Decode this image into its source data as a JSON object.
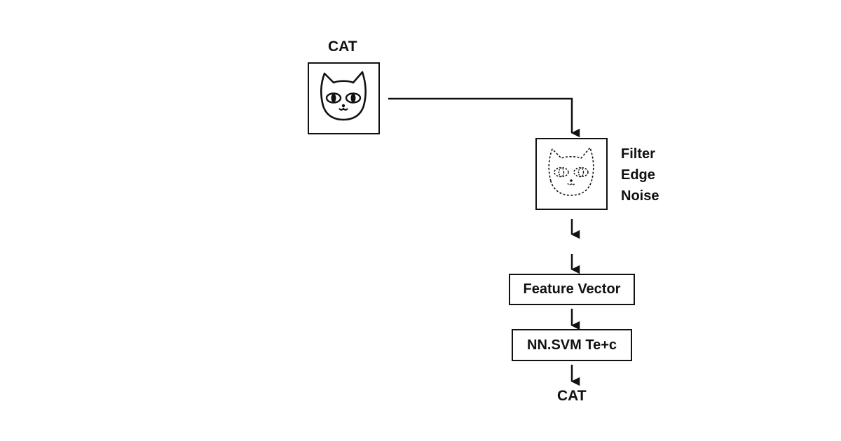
{
  "diagram": {
    "input_label": "CAT",
    "processing_steps": [
      "Filter",
      "Edge",
      "Noise"
    ],
    "feature_label": "Feature Vector",
    "classifier_label": "NN.SVM Te+c",
    "output_label": "CAT",
    "stroke_color": "#111111",
    "background_color": "#ffffff"
  }
}
